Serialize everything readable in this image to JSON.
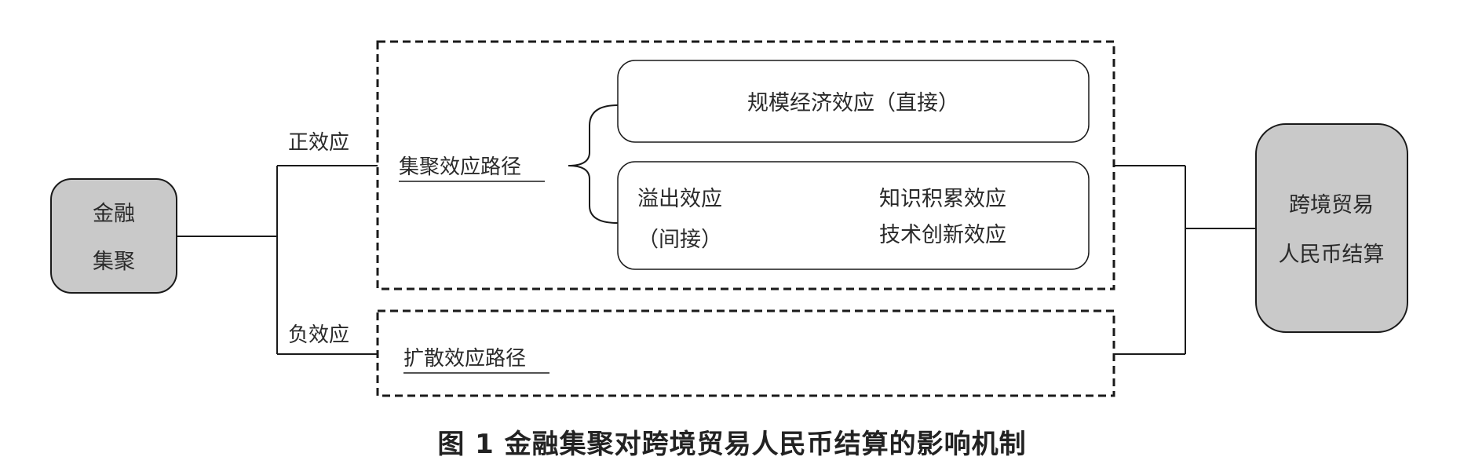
{
  "colors": {
    "node_fill": "#c9c9c9",
    "line": "#1a1a1a",
    "text": "#2a2a2a"
  },
  "nodes": {
    "source": {
      "line1": "金融",
      "line2": "集聚"
    },
    "target": {
      "line1": "跨境贸易",
      "line2": "人民币结算"
    }
  },
  "edges": {
    "positive_label": "正效应",
    "negative_label": "负效应"
  },
  "positive_group": {
    "path_label": "集聚效应路径",
    "direct_box": {
      "label": "规模经济效应（直接）"
    },
    "indirect_box": {
      "left_line1": "溢出效应",
      "left_line2": "（间接）",
      "right_line1": "知识积累效应",
      "right_line2": "技术创新效应"
    }
  },
  "negative_group": {
    "path_label": "扩散效应路径"
  },
  "caption": "图 1  金融集聚对跨境贸易人民币结算的影响机制"
}
